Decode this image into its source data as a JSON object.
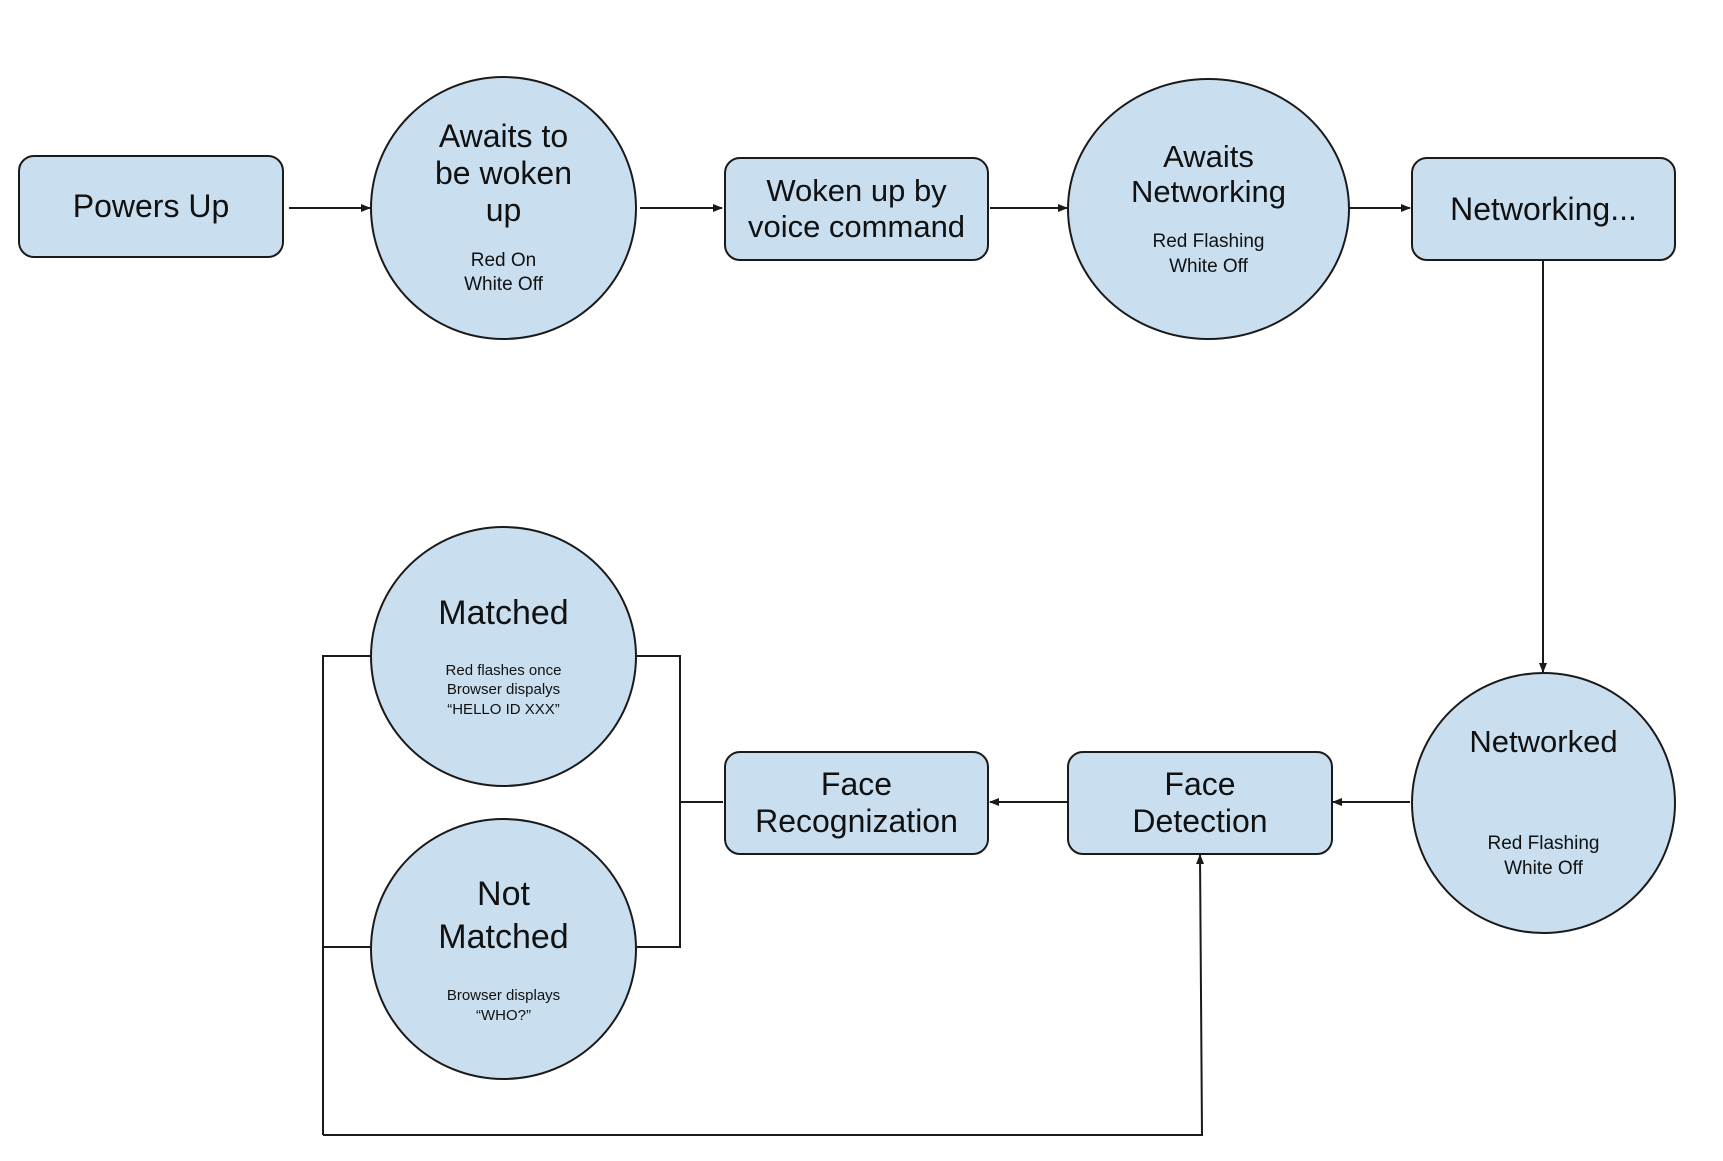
{
  "colors": {
    "node_fill": "#c9dff0",
    "stroke": "#1a1a1a",
    "background": "#ffffff"
  },
  "nodes": {
    "powers_up": {
      "title": "Powers Up"
    },
    "awaits_wake": {
      "title": "Awaits to be woken up",
      "detail": [
        "Red On",
        "White Off"
      ]
    },
    "woken_up": {
      "title": "Woken up by voice command"
    },
    "awaits_networking": {
      "title": "Awaits Networking",
      "detail": [
        "Red Flashing",
        "White Off"
      ]
    },
    "networking": {
      "title": "Networking..."
    },
    "networked": {
      "title": "Networked",
      "detail": [
        "Red Flashing",
        "White Off"
      ]
    },
    "face_detection": {
      "title": "Face Detection"
    },
    "face_recognization": {
      "title": "Face Recognization"
    },
    "matched": {
      "title": "Matched",
      "detail": [
        "Red flashes once",
        "Browser dispalys",
        "“HELLO ID XXX”"
      ]
    },
    "not_matched": {
      "title": "Not Matched",
      "detail": [
        "Browser displays",
        "“WHO?”"
      ]
    }
  },
  "edges": [
    {
      "from": "powers_up",
      "to": "awaits_wake"
    },
    {
      "from": "awaits_wake",
      "to": "woken_up"
    },
    {
      "from": "woken_up",
      "to": "awaits_networking"
    },
    {
      "from": "awaits_networking",
      "to": "networking"
    },
    {
      "from": "networking",
      "to": "networked"
    },
    {
      "from": "networked",
      "to": "face_detection"
    },
    {
      "from": "face_detection",
      "to": "face_recognization"
    },
    {
      "from": "face_recognization",
      "to": "matched"
    },
    {
      "from": "face_recognization",
      "to": "not_matched"
    },
    {
      "from": "matched",
      "to": "face_detection"
    },
    {
      "from": "not_matched",
      "to": "face_detection"
    }
  ]
}
